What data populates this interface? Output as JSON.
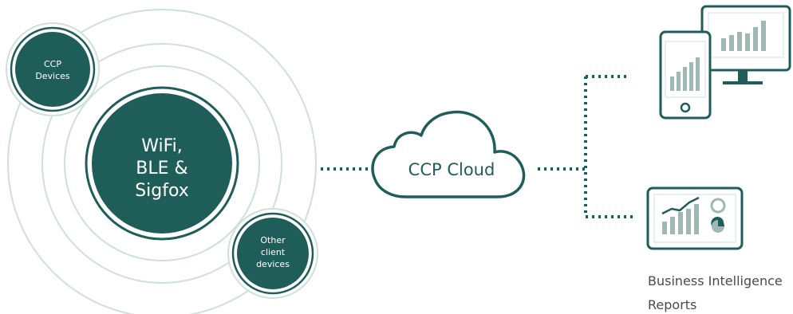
{
  "hub": {
    "center_lines": [
      "WiFi,",
      "BLE &",
      "Sigfox"
    ],
    "ccp_devices_lines": [
      "CCP",
      "Devices"
    ],
    "other_devices_lines": [
      "Other",
      "client",
      "devices"
    ]
  },
  "cloud": {
    "label": "CCP Cloud"
  },
  "reports": {
    "label_lines": [
      "Business Intelligence",
      "Reports"
    ]
  },
  "colors": {
    "teal": "#1f5e58",
    "ring": "#cfe0dc",
    "outline": "#1f5e58",
    "dots": "#1f5e58"
  },
  "icons": {
    "devices": "phone-and-monitor-chart-icon",
    "reports": "bi-dashboard-icon",
    "cloud": "cloud-icon"
  }
}
